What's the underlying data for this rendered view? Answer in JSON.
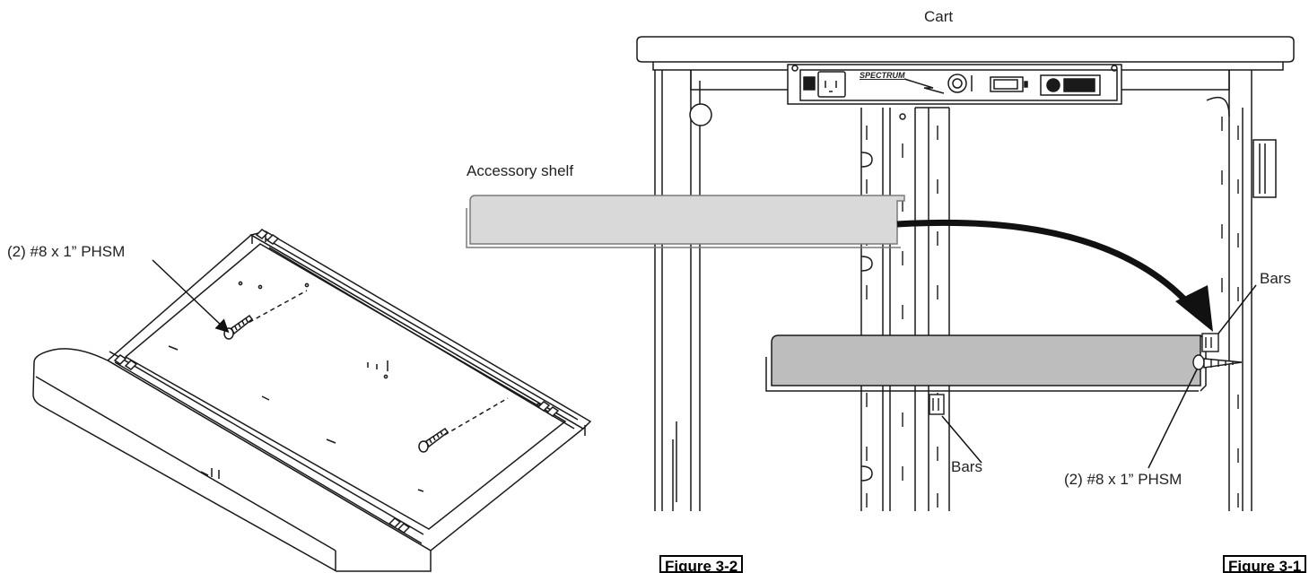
{
  "labels": {
    "cart": "Cart",
    "accessory_shelf": "Accessory shelf",
    "screws_left": "(2) #8 x 1” PHSM",
    "screws_right": "(2) #8 x 1” PHSM",
    "bars_right": "Bars",
    "bars_bottom": "Bars",
    "brand": "SPECTRUM"
  },
  "figures": {
    "left": "Figure 3-2",
    "right": "Figure 3-1"
  },
  "colors": {
    "line": "#1a1a1a",
    "shelf_ghost": "#d9d9d9",
    "shelf_solid": "#bdbdbd",
    "arrow": "#111111"
  }
}
